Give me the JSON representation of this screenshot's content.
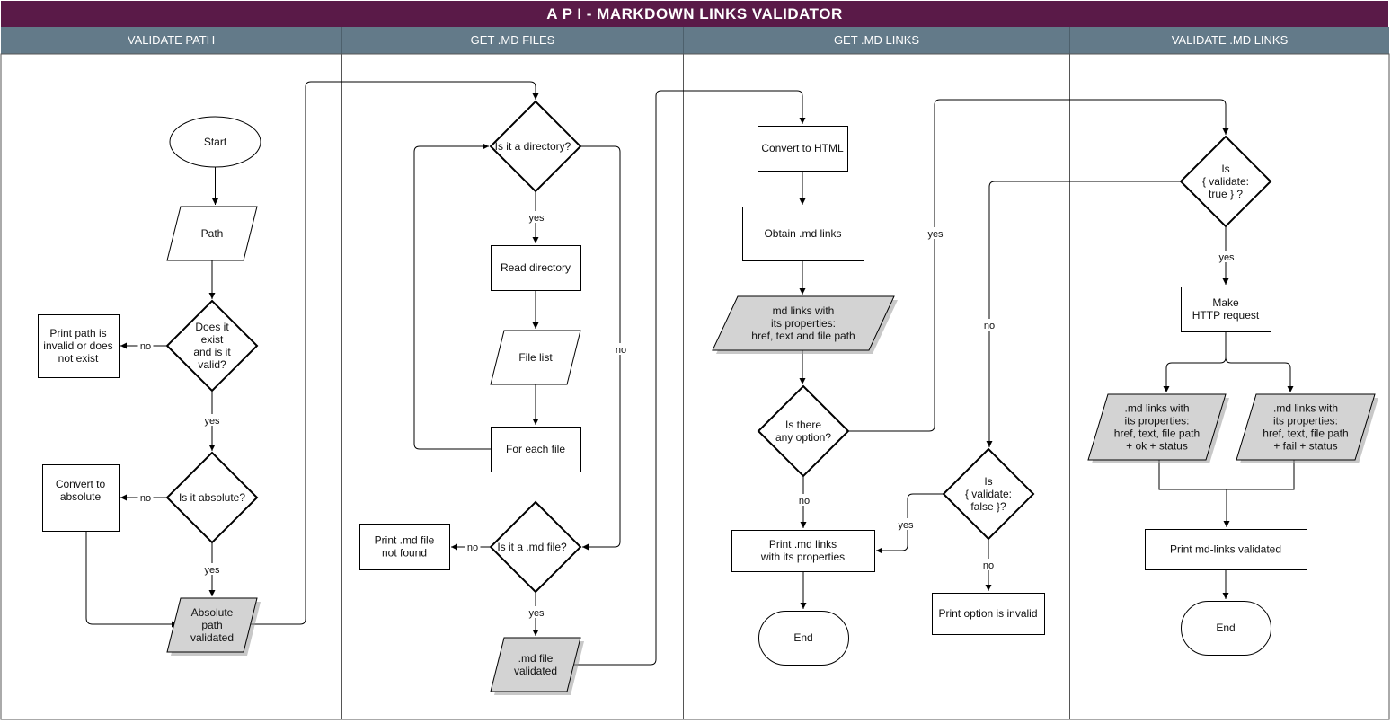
{
  "title": "A P I  -  MARKDOWN LINKS VALIDATOR",
  "lanes": [
    "VALIDATE PATH",
    "GET .MD FILES",
    "GET .MD LINKS",
    "VALIDATE .MD LINKS"
  ],
  "nodes": {
    "start": "Start",
    "path": "Path",
    "exists_q": "Does it|exist|and is it|valid?",
    "print_invalid": "Print path is|invalid or does|not exist",
    "absolute_q": "Is it absolute?",
    "convert_abs": "Convert to|absolute",
    "abs_validated": "Absolute|path|validated",
    "directory_q": "Is it a directory?",
    "read_dir": "Read directory",
    "file_list": "File list",
    "for_each": "For each file",
    "md_file_q": "Is it a .md file?",
    "md_not_found": "Print .md file|not found",
    "md_validated": ".md file|validated",
    "convert_html": "Convert to HTML",
    "obtain_links": "Obtain .md links",
    "md_links_props": "md links with|its properties:|href, text and file path",
    "option_q": "Is there|any option?",
    "print_links": "Print .md links|with its properties",
    "end1": "End",
    "validate_false_q": "Is|{ validate:|false }?",
    "print_invalid_option": "Print option is invalid",
    "validate_true_q": "Is|{ validate:|true } ?",
    "http_request": "Make|HTTP request",
    "links_ok": ".md links with|its properties:|href, text, file path|+ ok + status",
    "links_fail": ".md links with|its properties:|href, text, file path|+ fail + status",
    "print_validated": "Print md-links validated",
    "end2": "End"
  },
  "edge_labels": {
    "no": "no",
    "yes": "yes"
  }
}
